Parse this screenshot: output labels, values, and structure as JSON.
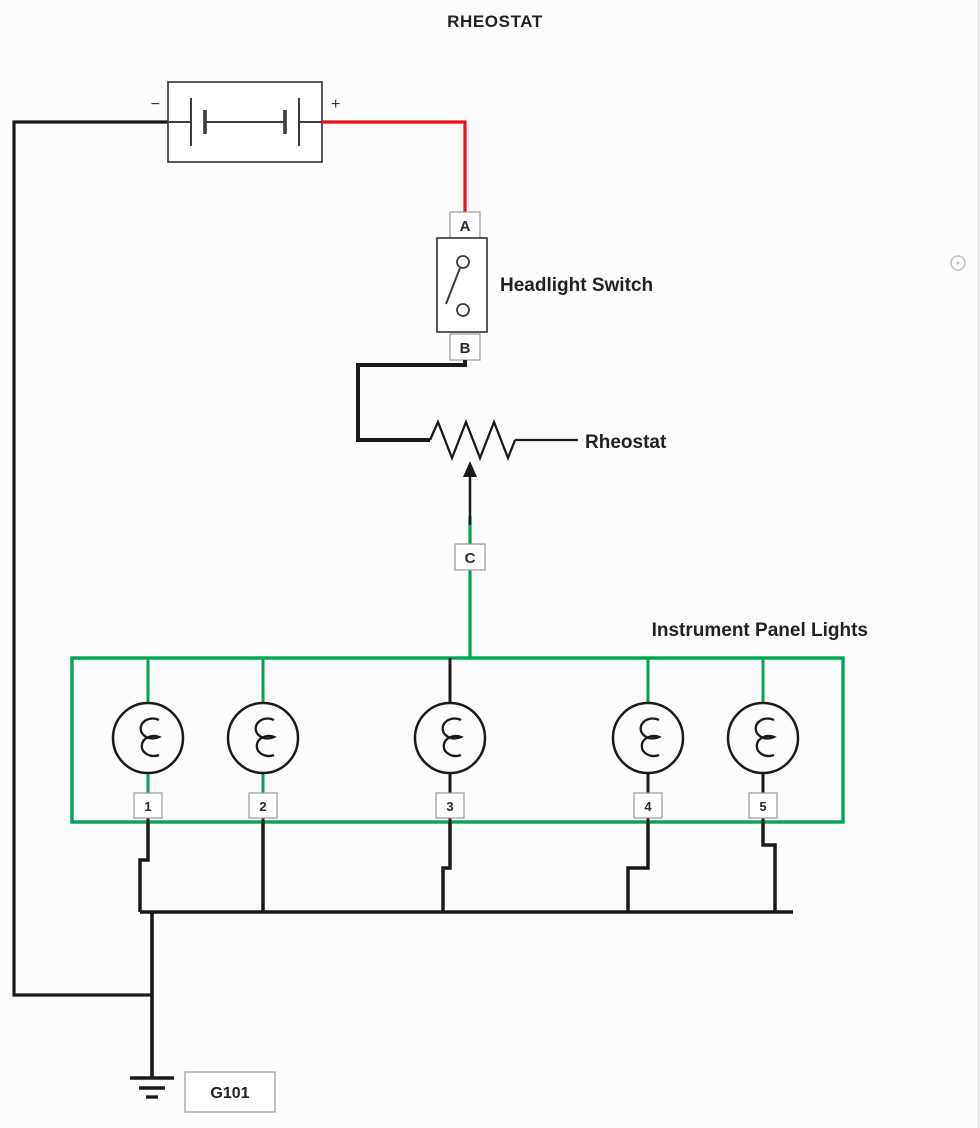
{
  "title": "RHEOSTAT",
  "battery": {
    "negative": "−",
    "positive": "+"
  },
  "headlight_switch": {
    "terminal_a": "A",
    "terminal_b": "B",
    "label": "Headlight Switch"
  },
  "rheostat": {
    "label": "Rheostat"
  },
  "terminal_c": "C",
  "instrument_panel": {
    "label": "Instrument Panel Lights",
    "lamps": [
      "1",
      "2",
      "3",
      "4",
      "5"
    ]
  },
  "ground": {
    "label": "G101"
  },
  "colors": {
    "wire_black": "#1a1a1a",
    "wire_red": "#e8111c",
    "wire_green": "#00a651",
    "text": "#222222"
  }
}
